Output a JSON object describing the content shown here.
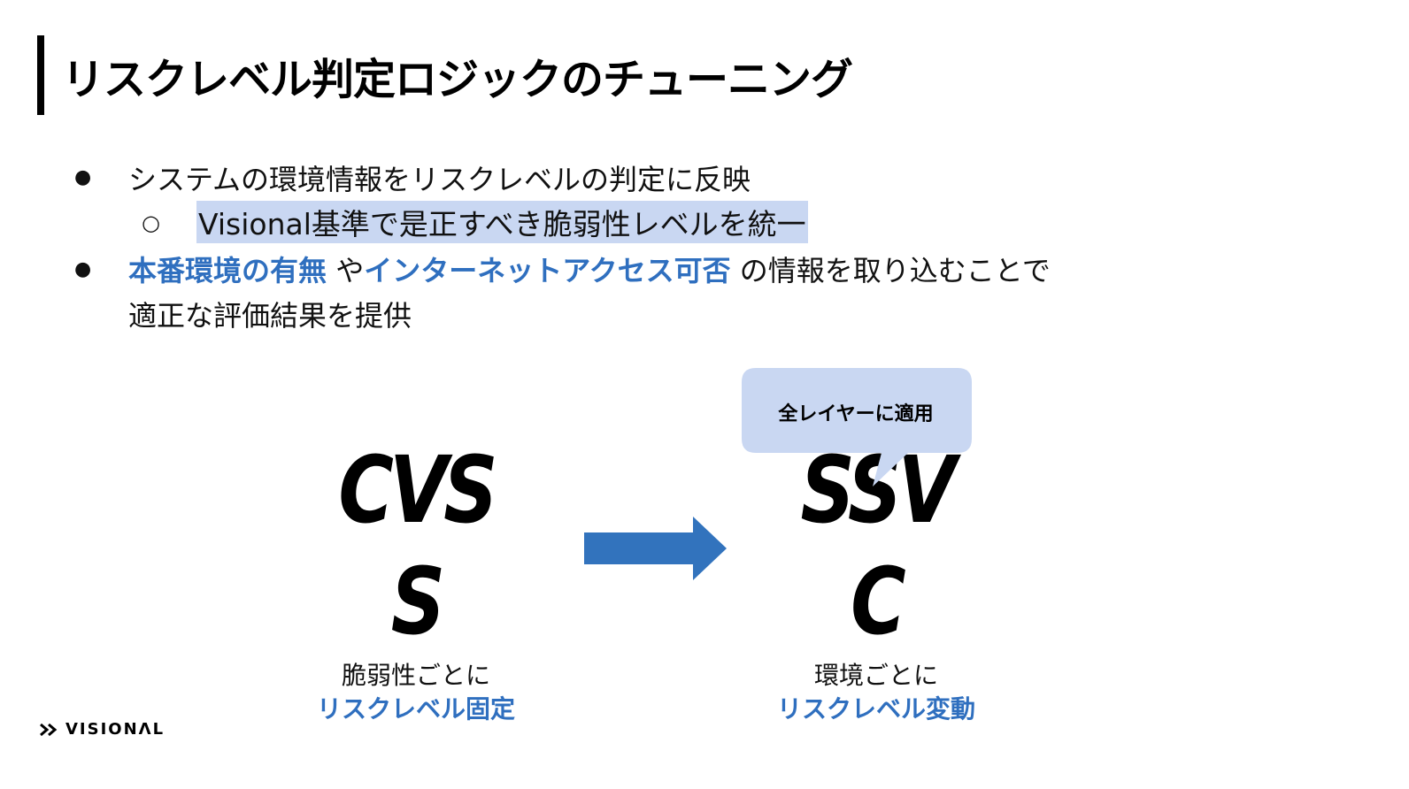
{
  "slide": {
    "title": "リスクレベル判定ロジックのチューニング"
  },
  "bullets": {
    "dot_filled": "●",
    "dot_hollow": "○",
    "item1": "システムの環境情報をリスクレベルの判定に反映",
    "item1_sub": "Visional基準で是正すべき脆弱性レベルを統一",
    "item2_hl1": "本番環境の有無",
    "item2_mid": " や",
    "item2_hl2": "インターネットアクセス可否",
    "item2_tail": "  の情報を取り込むことで",
    "item2_line2": "適正な評価結果を提供"
  },
  "diagram": {
    "left_term_line1": "CVS",
    "left_term_line2": "S",
    "left_caption_line1": "脆弱性ごとに",
    "left_caption_line2": "リスクレベル固定",
    "right_term_line1": "SSV",
    "right_term_line2": "C",
    "right_caption_line1": "環境ごとに",
    "right_caption_line2": "リスクレベル変動",
    "bubble_text": "全レイヤーに適用",
    "arrow_color": "#3273bd",
    "bubble_color": "#c9d7f2",
    "accent_color": "#2f6fbf"
  },
  "footer": {
    "logo_text": "VISIONΛL",
    "logo_icon": "double-chevron-icon"
  }
}
